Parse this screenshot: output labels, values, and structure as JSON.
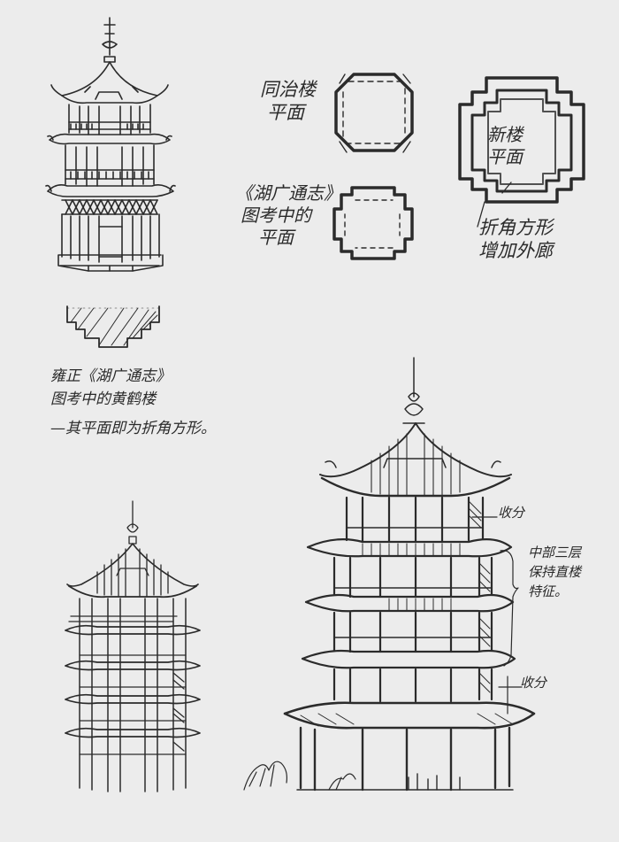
{
  "sheet": {
    "type": "hand-drawn architectural sketch",
    "ink_color": "#2a2a2a",
    "paper_color": "#ececec"
  },
  "plans": {
    "tongzhi_plan": {
      "label_lines": [
        "同治楼",
        "平面"
      ],
      "shape": "octagon-with-dashed-inner"
    },
    "huguang_plan": {
      "label_lines": [
        "《湖广通志》",
        "图考中的",
        "平面"
      ],
      "shape": "notched-square"
    },
    "new_plan": {
      "label_lines": [
        "新楼",
        "平面"
      ],
      "shape": "stepped-cross-with-outer-gallery",
      "note_lines": [
        "折角方形",
        "增加外廊"
      ]
    }
  },
  "yongzheng_note": {
    "lines": [
      "雍正《湖广通志》",
      "图考中的黄鹤楼",
      "—其平面即为折角方形。"
    ]
  },
  "elevations": {
    "top_left": "yongzheng-tower-sketch",
    "plan_section": "hatched-stepped-plan",
    "bottom_left": "tongzhi-tower-sketch",
    "bottom_right": "new-tower-sketch"
  },
  "annotations": {
    "taper_top": "收分",
    "middle_note_lines": [
      "中部三层",
      "保持直楼",
      "特征。"
    ],
    "taper_bottom": "收分"
  }
}
